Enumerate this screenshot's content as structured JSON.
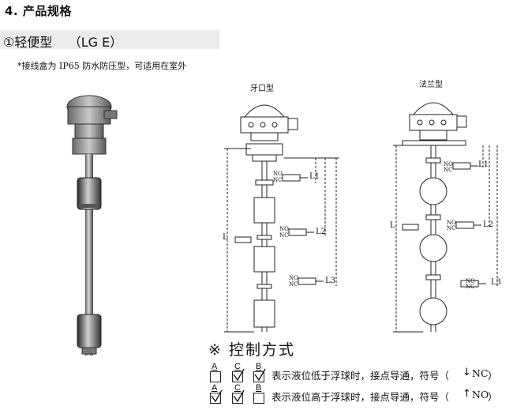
{
  "section": {
    "title": "4. 产品规格"
  },
  "product": {
    "subtitle": "①轻便型    （LG E）",
    "note": "*接线盒为 IP65 防水防压型，可适用在室外"
  },
  "diagrams": {
    "threaded": {
      "title": "牙口型",
      "L": "L",
      "L1": "L1",
      "L2": "L2",
      "L3": "L3",
      "no": "NO",
      "nc": "NC"
    },
    "flange": {
      "title": "法兰型",
      "L": "L",
      "L1": "L1",
      "L2": "L2",
      "L3": "L3",
      "no": "NO",
      "nc": "NC"
    }
  },
  "control": {
    "title": "※ 控制方式",
    "rows": [
      {
        "a": "A",
        "c": "C",
        "b": "B",
        "text": "表示液位低于浮球时，接点导通，符号（",
        "symbol": "NC",
        "close": "）"
      },
      {
        "a": "A",
        "c": "C",
        "b": "B",
        "text": "表示液位高于浮球时，接点导通，符号（",
        "symbol": "NO",
        "close": "）"
      }
    ]
  },
  "colors": {
    "metal": "#9a9a9a",
    "dark": "#3a3a3a",
    "line": "#222222"
  }
}
